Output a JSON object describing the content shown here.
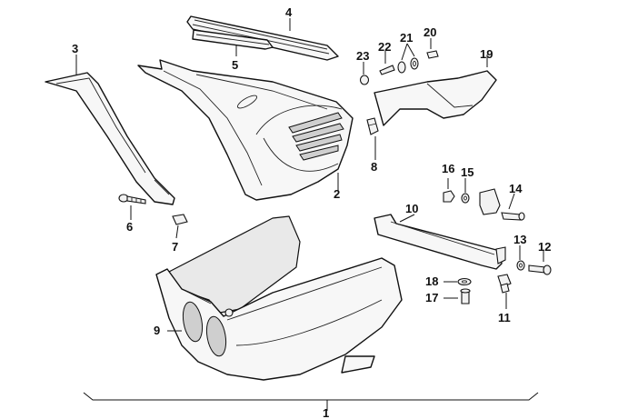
{
  "diagram": {
    "type": "exploded-parts-diagram",
    "callouts": {
      "c1": "1",
      "c2": "2",
      "c3": "3",
      "c4": "4",
      "c5": "5",
      "c6": "6",
      "c7": "7",
      "c8": "8",
      "c9": "9",
      "c10": "10",
      "c11": "11",
      "c12": "12",
      "c13": "13",
      "c14": "14",
      "c15": "15",
      "c16": "16",
      "c17": "17",
      "c18": "18",
      "c19": "19",
      "c20": "20",
      "c21": "21",
      "c22": "22",
      "c23": "23"
    }
  }
}
